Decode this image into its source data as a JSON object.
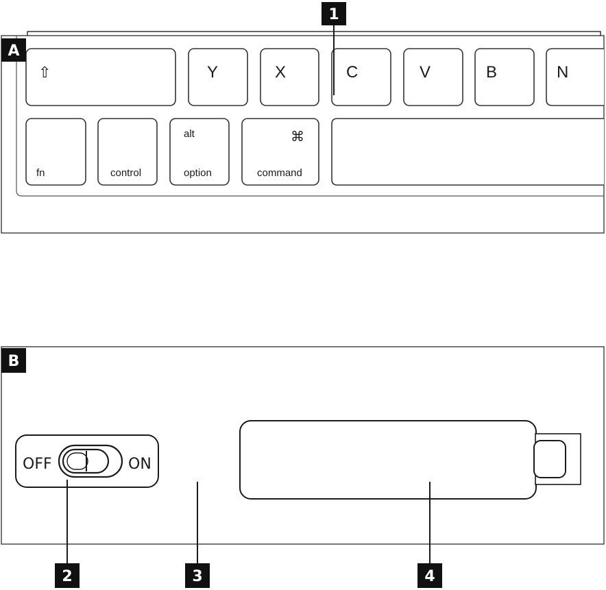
{
  "panel_a": {
    "letter": "A",
    "row1": [
      {
        "id": "shift",
        "label": "⇧"
      },
      {
        "id": "y",
        "label": "Y"
      },
      {
        "id": "x",
        "label": "X"
      },
      {
        "id": "c",
        "label": "C"
      },
      {
        "id": "v",
        "label": "V"
      },
      {
        "id": "b",
        "label": "B"
      },
      {
        "id": "n",
        "label": "N"
      }
    ],
    "row2": {
      "fn": "fn",
      "control": "control",
      "alt": "alt",
      "option": "option",
      "cmd_symbol": "⌘",
      "command": "command"
    }
  },
  "panel_b": {
    "letter": "B",
    "switch": {
      "off": "OFF",
      "on": "ON"
    }
  },
  "callouts": [
    "1",
    "2",
    "3",
    "4"
  ],
  "colors": {
    "line": "#1a1a1a",
    "key_border": "#333333",
    "tag_bg": "#111111"
  }
}
